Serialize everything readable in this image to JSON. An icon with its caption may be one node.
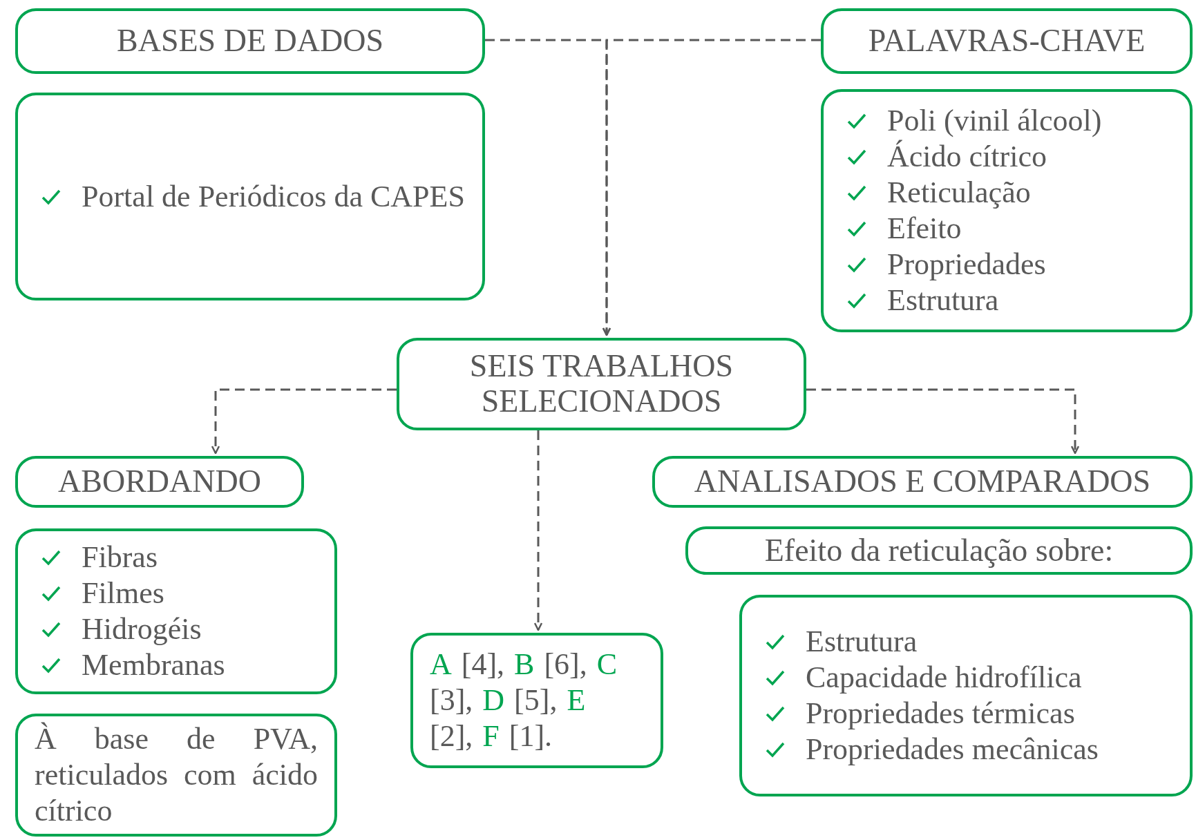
{
  "diagram": {
    "nodes": [
      {
        "text": [
          "BASES DE DADOS"
        ]
      },
      {
        "text": [
          "Portal de Periódicos da CAPES"
        ]
      },
      {
        "text": [
          "PALAVRAS-CHAVE"
        ]
      },
      {
        "text": [
          "Poli (vinil álcool)",
          "Ácido cítrico",
          "Reticulação",
          "Efeito",
          "Propriedades",
          "Estrutura"
        ]
      },
      {
        "text": [
          "SEIS TRABALHOS SELECIONADOS"
        ]
      },
      {
        "text": [
          "ABORDANDO"
        ]
      },
      {
        "text": [
          "Fibras",
          "Filmes",
          "Hidrogéis",
          "Membranas"
        ]
      },
      {
        "text": [
          "À base de PVA, reticulados com ácido cítrico"
        ]
      },
      {
        "text": [
          "A",
          "[4],",
          "B",
          "[6],",
          "C",
          "[3],",
          "D",
          "[5],",
          "E",
          "[2],",
          "F",
          "[1]."
        ]
      },
      {
        "text": [
          "ANALISADOS E COMPARADOS"
        ]
      },
      {
        "text": [
          "Efeito da reticulação sobre:"
        ]
      },
      {
        "text": [
          "Estrutura",
          "Capacidade hidrofílica",
          "Propriedades térmicas",
          "Propriedades mecânicas"
        ]
      }
    ],
    "edges": [
      {
        "from": 0,
        "to": 4,
        "arrow": "to",
        "style": "dashed"
      },
      {
        "from": 2,
        "to": 4,
        "arrow": "to",
        "style": "dashed"
      },
      {
        "from": 4,
        "to": 5,
        "arrow": "to",
        "style": "dashed"
      },
      {
        "from": 4,
        "to": 8,
        "arrow": "to",
        "style": "dashed"
      },
      {
        "from": 4,
        "to": 9,
        "arrow": "to",
        "style": "dashed"
      }
    ]
  }
}
